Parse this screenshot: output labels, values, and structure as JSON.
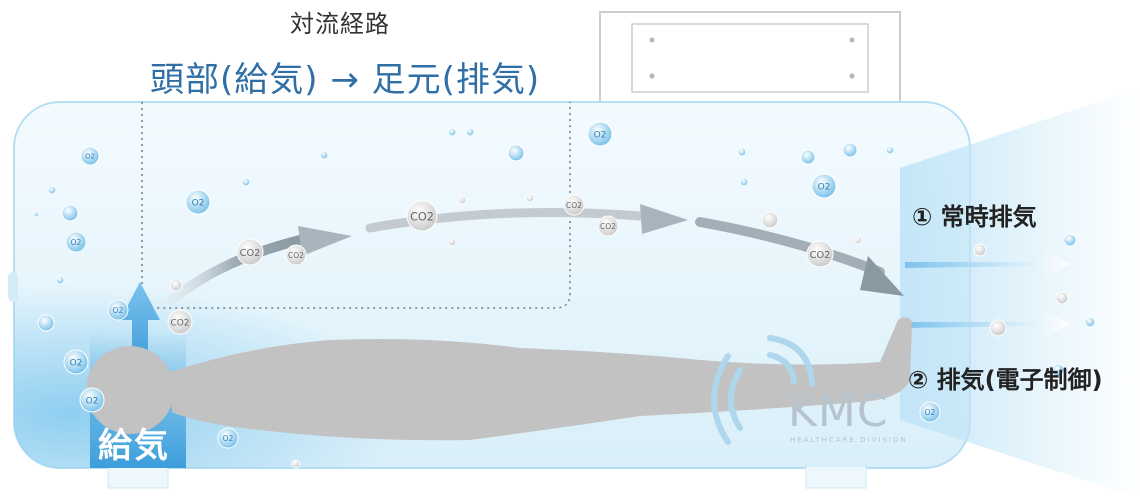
{
  "title": {
    "caption": "対流経路",
    "detail": "頭部(給気) → 足元(排気)"
  },
  "labels": {
    "exhaust_continuous": "① 常時排気",
    "exhaust_electronic": "② 排気(電子制御)",
    "intake": "給気"
  },
  "bubbles": {
    "o2": "O2",
    "co2": "CO2"
  },
  "logo": {
    "main": "KMC",
    "sub": "HEALTHCARE DIVISION"
  },
  "colors": {
    "capsule_fill": "#e4f4fc",
    "capsule_edge": "#b7def2",
    "intake_blue": "#2a93d5",
    "flow_arrow": "#9aa9b3",
    "body": "#bdbdbd",
    "title_blue": "#2f6fa6"
  }
}
